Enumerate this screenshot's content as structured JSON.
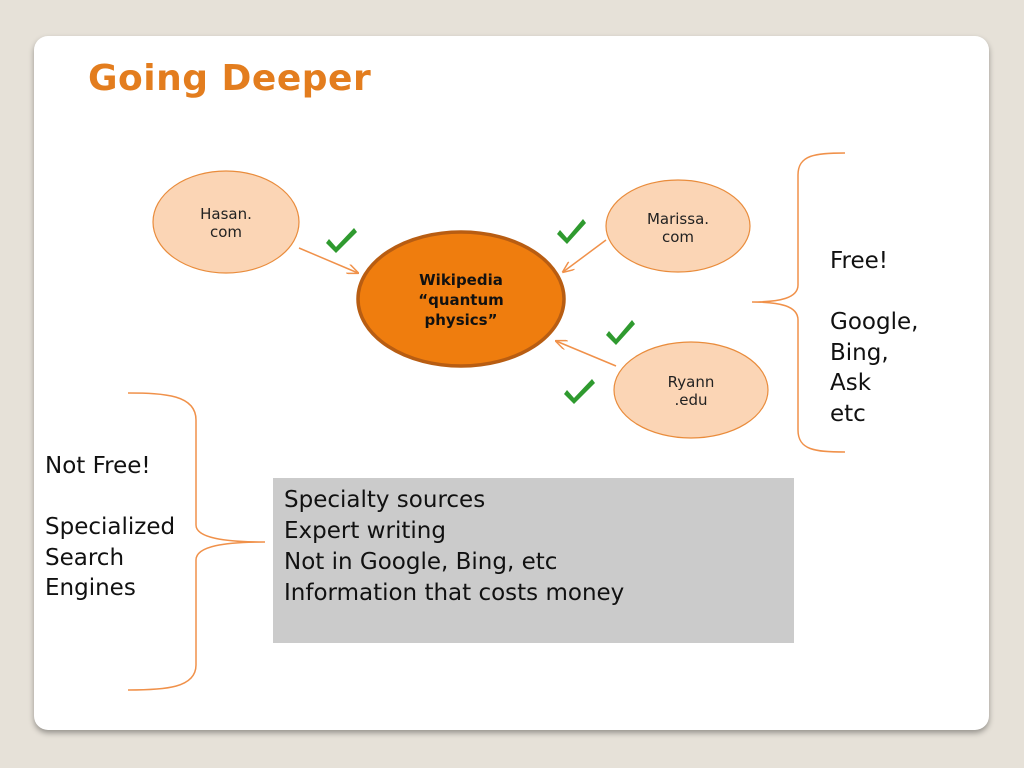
{
  "slide": {
    "title": "Going Deeper"
  },
  "diagram": {
    "center": {
      "label": "Wikipedia\n“quantum\nphysics”"
    },
    "sources": [
      {
        "id": "hasan",
        "label": "Hasan.\ncom"
      },
      {
        "id": "marissa",
        "label": "Marissa.\ncom"
      },
      {
        "id": "ryann",
        "label": "Ryann\n.edu"
      }
    ],
    "check_icon": "check-mark-icon",
    "colors": {
      "node_fill": "#fbd5b5",
      "node_stroke": "#e98c3c",
      "center_fill": "#ef7d0e",
      "center_stroke": "#b85d12",
      "arrow": "#f0914a",
      "check": "#2f9a2f",
      "brace": "#f0914a",
      "box": "#cbcbcb",
      "title": "#e37d1e"
    }
  },
  "free_group": {
    "text": "Free!\n\nGoogle,\nBing,\nAsk\netc"
  },
  "not_free_group": {
    "text": "Not Free!\n\nSpecialized\nSearch\nEngines"
  },
  "specialty_box": {
    "lines": [
      "Specialty sources",
      "Expert writing",
      "Not in Google, Bing, etc",
      "Information that costs money"
    ]
  }
}
